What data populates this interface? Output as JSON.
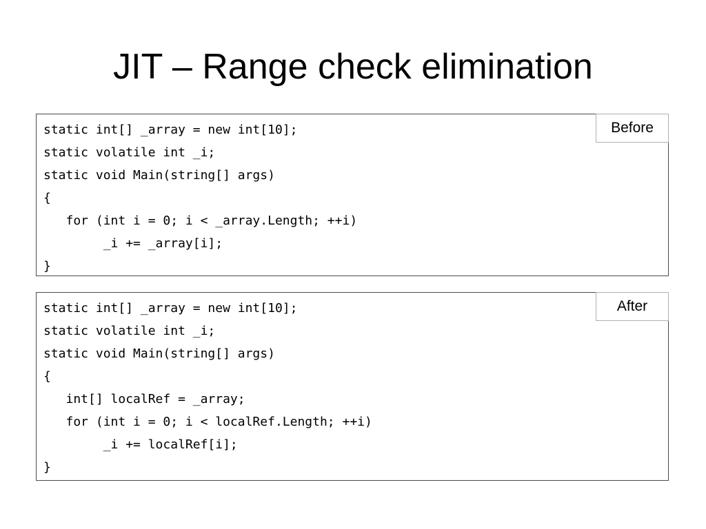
{
  "slide": {
    "title": "JIT – Range check elimination"
  },
  "before": {
    "tag": "Before",
    "lines": [
      "static int[] _array = new int[10];",
      "static volatile int _i;",
      "static void Main(string[] args)",
      "{",
      "   for (int i = 0; i < _array.Length; ++i)",
      "        _i += _array[i];",
      "}"
    ]
  },
  "after": {
    "tag": "After",
    "lines": [
      "static int[] _array = new int[10];",
      "static volatile int _i;",
      "static void Main(string[] args)",
      "{",
      "   int[] localRef = _array;",
      "   for (int i = 0; i < localRef.Length; ++i)",
      "        _i += localRef[i];",
      "}"
    ]
  }
}
